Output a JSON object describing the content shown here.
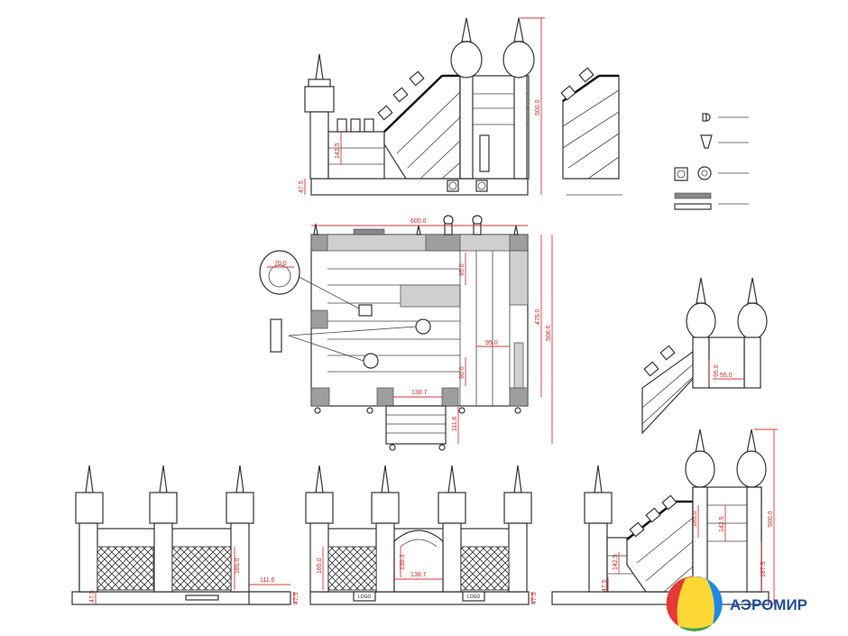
{
  "brand": {
    "name": "АЭРОМИР",
    "colors": [
      "#e53935",
      "#fdd835",
      "#1e88e5",
      "#43a047"
    ],
    "text_color": "#1f4e96"
  },
  "dimensions": {
    "d_500_0": "500.0",
    "d_142_5": "142.5",
    "d_47_5": "47.5",
    "d_600_0": "600.0",
    "d_70_0": "70.0",
    "d_95_0": "95.0",
    "d_475_0": "475.0",
    "d_508_6": "508.6",
    "d_95_0b": "95.0",
    "d_90_0": "90.0",
    "d_138_7": "138.7",
    "d_111_6": "111.6",
    "d_95_0c": "95.0",
    "d_165_0": "165.0",
    "d_165_0b": "165.0",
    "d_111_6b": "111.6",
    "d_47_5b": "47.5",
    "d_47_5c": "47.5",
    "d_165_0c": "165.0",
    "d_130_3": "130.3",
    "d_138_7b": "138.7",
    "d_47_5d": "47.5",
    "d_500_0b": "500.0",
    "d_142_5b": "142.5",
    "d_185_0": "185.0",
    "d_142_5c": "142.5",
    "d_187_5": "187.5",
    "d_47_5e": "47.5",
    "d_55_0": "55.0"
  },
  "labels": {
    "logo_tag_1": "LOGO",
    "logo_tag_2": "LOGO"
  }
}
